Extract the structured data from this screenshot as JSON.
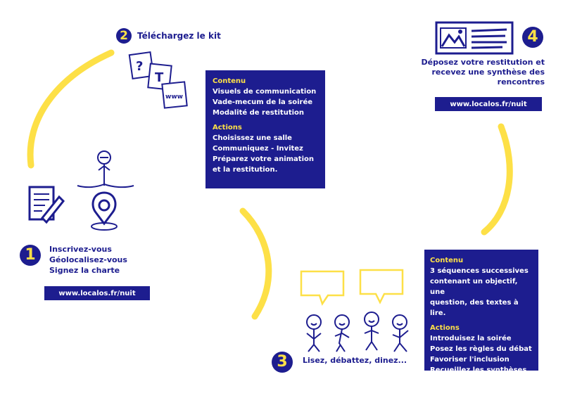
{
  "steps": [
    {
      "number": "1",
      "lines": [
        "Inscrivez-vous",
        "Géolocalisez-vous",
        "Signez la charte"
      ],
      "url": "www.localos.fr/nuit"
    },
    {
      "number": "2",
      "title": "Téléchargez le kit"
    },
    {
      "number": "3",
      "title": "Lisez, débattez, dinez..."
    },
    {
      "number": "4",
      "lines": [
        "Déposez votre restitution et",
        "recevez une synthèse des",
        "rencontres"
      ],
      "url": "www.localos.fr/nuit"
    }
  ],
  "box_kit": {
    "contenu_header": "Contenu",
    "contenu": [
      "Visuels de communication",
      "Vade-mecum de la soirée",
      "Modalité de restitution"
    ],
    "actions_header": "Actions",
    "actions": [
      "Choisissez une salle",
      "Communiquez - Invitez",
      "Préparez votre animation",
      "et la restitution."
    ]
  },
  "box_soiree": {
    "contenu_header": "Contenu",
    "contenu": [
      "3 séquences successives",
      "contenant un objectif,  une",
      "question, des textes à lire."
    ],
    "actions_header": "Actions",
    "actions": [
      "Introduisez la soirée",
      "Posez les règles du débat",
      "Favoriser l'inclusion",
      "Recueillez  les synthèses"
    ]
  },
  "kit_cards": [
    "?",
    "T",
    "www"
  ],
  "colors": {
    "navy": "#1d1d8f",
    "yellow": "#fde047"
  }
}
